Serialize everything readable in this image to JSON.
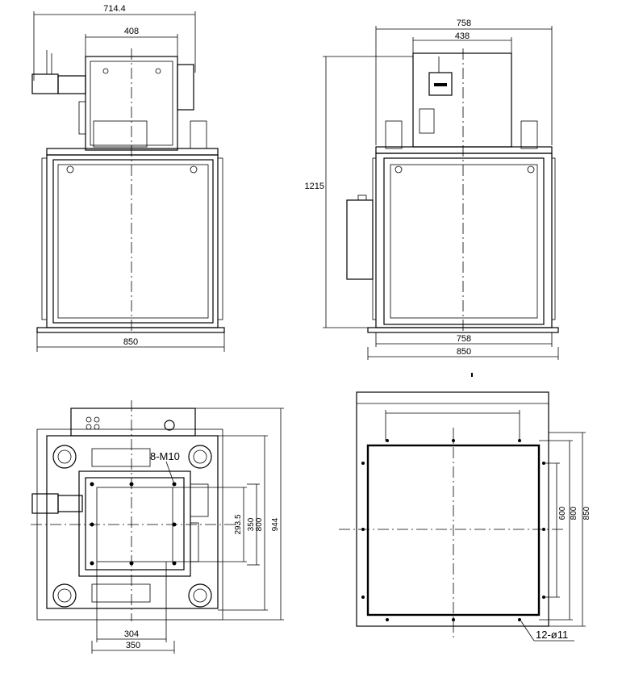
{
  "front_view": {
    "dims": {
      "overall_top": "714.4",
      "head_width": "408",
      "base_width": "850"
    }
  },
  "side_view": {
    "dims": {
      "top_outer": "758",
      "top_inner": "438",
      "height": "1215",
      "frame_inner": "758",
      "base_width": "850"
    }
  },
  "bottom_view": {
    "label": "8-M10",
    "dims": {
      "d_293": "293.5",
      "d_350_v": "350",
      "d_800_v": "800",
      "d_944": "944",
      "d_304": "304",
      "d_350_h": "350"
    }
  },
  "flange_view": {
    "label": "12-ø11",
    "dims": {
      "d_600": "600",
      "d_800": "800",
      "d_850": "850"
    }
  },
  "colors": {
    "line": "#000000",
    "background": "#ffffff"
  }
}
